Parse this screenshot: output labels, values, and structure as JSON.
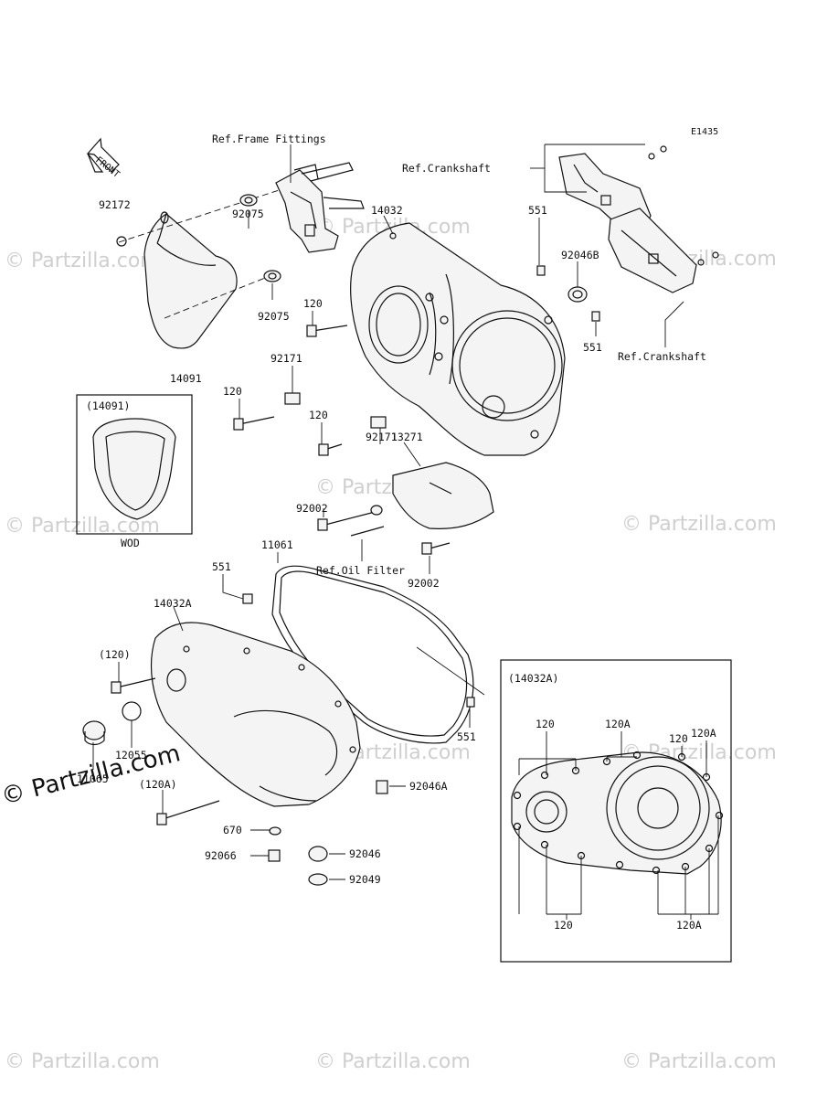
{
  "diagram_code": "E1435",
  "front_label": "FRONT",
  "watermark": "© Partzilla.com",
  "labels": {
    "ref_frame_fittings": "Ref.Frame Fittings",
    "ref_crankshaft_top": "Ref.Crankshaft",
    "ref_crankshaft_right": "Ref.Crankshaft",
    "ref_oil_filter": "Ref.Oil Filter",
    "p92172": "92172",
    "p92075_a": "92075",
    "p92075_b": "92075",
    "p14032": "14032",
    "p551_a": "551",
    "p92046B": "92046B",
    "p551_b": "551",
    "p120_a": "120",
    "p14091": "14091",
    "p92171_a": "92171",
    "p120_b": "120",
    "p120_c": "120",
    "p13271": "13271",
    "p92171_b": "92171",
    "p92002_a": "92002",
    "p92002_b": "92002",
    "p11061": "11061",
    "p551_c": "551",
    "p14032A": "14032A",
    "p120_paren": "(120)",
    "p11065": "11065",
    "p12055": "12055",
    "p120A_paren": "(120A)",
    "p670": "670",
    "p92066": "92066",
    "p92046": "92046",
    "p92049": "92049",
    "p92046A": "92046A",
    "p551_d": "551"
  },
  "inset_wod": {
    "title": "(14091)",
    "caption": "WOD"
  },
  "inset_cover": {
    "title": "(14032A)",
    "label_120_top_left": "120",
    "label_120A_top_mid": "120A",
    "label_120_top_right": "120",
    "label_120A_top_right": "120A",
    "label_120_bottom": "120",
    "label_120A_bottom": "120A"
  }
}
